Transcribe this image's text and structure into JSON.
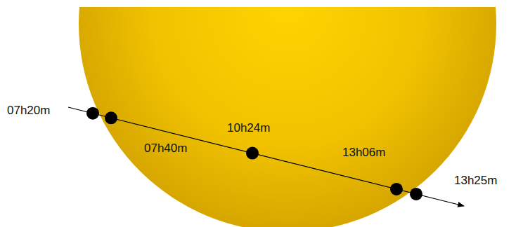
{
  "diagram": {
    "labels": [
      "07h20m",
      "07h40m",
      "10h24m",
      "13h06m",
      "13h25m"
    ]
  }
}
